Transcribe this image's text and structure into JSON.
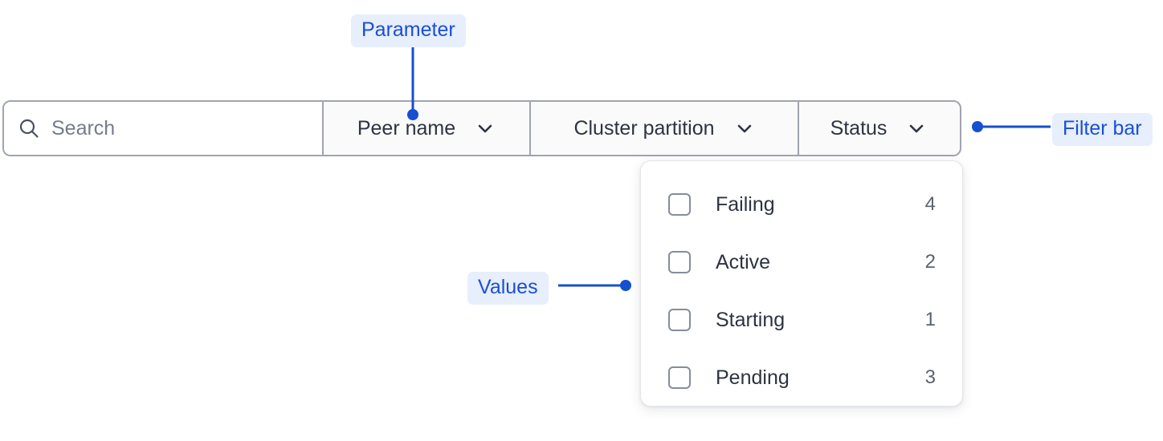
{
  "filter_bar": {
    "search": {
      "icon": "search-icon",
      "placeholder": "Search",
      "value": ""
    },
    "segments": [
      {
        "label": "Peer name",
        "icon": "chevron-down-icon"
      },
      {
        "label": "Cluster partition",
        "icon": "chevron-down-icon"
      },
      {
        "label": "Status",
        "icon": "chevron-down-icon"
      }
    ]
  },
  "dropdown": {
    "open_for": "Status",
    "options": [
      {
        "label": "Failing",
        "count": "4",
        "checked": false
      },
      {
        "label": "Active",
        "count": "2",
        "checked": false
      },
      {
        "label": "Starting",
        "count": "1",
        "checked": false
      },
      {
        "label": "Pending",
        "count": "3",
        "checked": false
      }
    ]
  },
  "annotations": [
    {
      "label": "Parameter",
      "target": "peer-name-filter"
    },
    {
      "label": "Filter bar",
      "target": "filter-bar"
    },
    {
      "label": "Values",
      "target": "dropdown-options"
    }
  ],
  "colors": {
    "annotation_text": "#1a4fd6",
    "annotation_bg": "#e7eefc",
    "connector": "#1450d0",
    "bar_border": "#a0a4af",
    "text_primary": "#2d3340",
    "text_muted": "#5b6271",
    "segment_bg": "#fafafa"
  }
}
